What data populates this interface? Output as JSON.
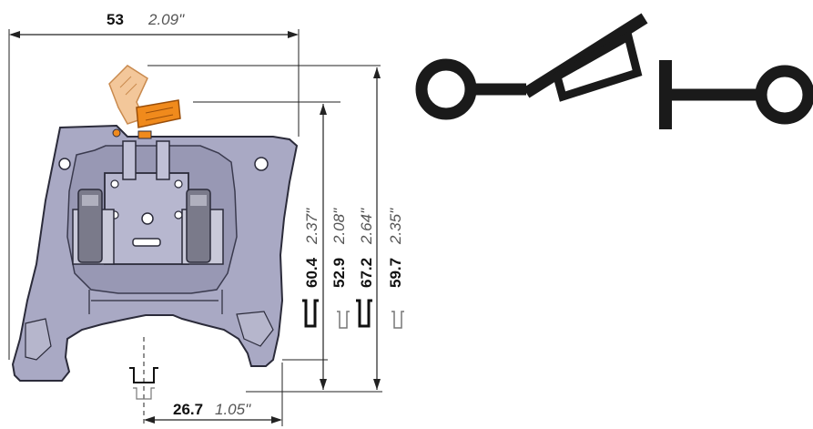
{
  "dimensions": {
    "width_top": {
      "metric": "53",
      "inch": "2.09\""
    },
    "offset_bottom": {
      "metric": "26.7",
      "inch": "1.05\""
    },
    "height_1": {
      "metric": "60.4",
      "inch": "2.37\""
    },
    "height_2": {
      "metric": "52.9",
      "inch": "2.08\""
    },
    "height_3": {
      "metric": "67.2",
      "inch": "2.64\""
    },
    "height_4": {
      "metric": "59.7",
      "inch": "2.35\""
    }
  },
  "colors": {
    "body": "#a9a9c4",
    "body_dark": "#7f7f9c",
    "outline": "#2b2b3a",
    "lever": "#f08a1c",
    "lever_open": "#f3c79a",
    "symbol": "#1a1a1a"
  },
  "icons": {
    "terminal_block": "disconnect-terminal-block-drawing",
    "symbol": "disconnect-switch-symbol",
    "rail_profile": "din-rail-profile-icon"
  }
}
